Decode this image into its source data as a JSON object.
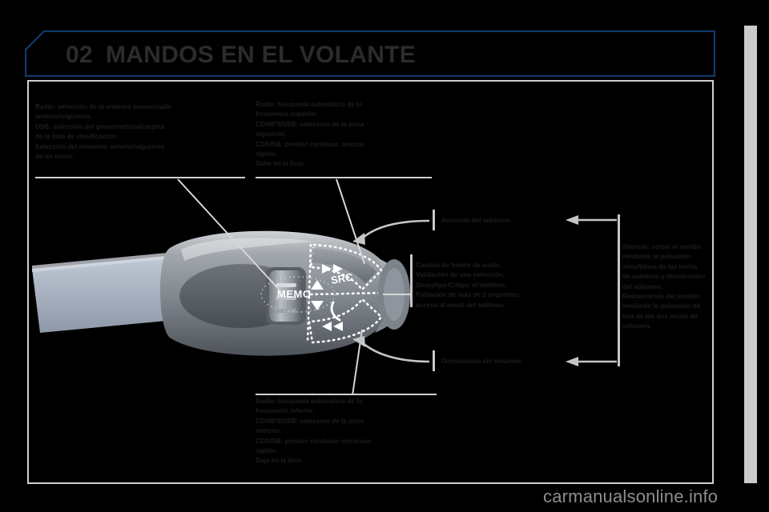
{
  "header": {
    "number": "02",
    "title": "MANDOS EN EL VOLANTE",
    "accent_color": "#123a6d",
    "title_color": "#2b2b2b"
  },
  "frame": {
    "border_color": "#cfd0d1",
    "background": "#000000"
  },
  "annotations": {
    "top_left": {
      "name": "top-left-note",
      "lines": [
        "Radio: selección de la emisora memorizada",
        "anterior/siguiente.",
        "USB: selección del género/artista/carpeta",
        "de la lista de clasificación.",
        "Selección del elemento anterior/siguiente",
        "de un menú."
      ]
    },
    "top_middle": {
      "name": "top-middle-note",
      "lines": [
        "Radio: búsqueda automática de la",
        "frecuencia superior.",
        "CD/MP3/USB: selección de la pista",
        "siguiente.",
        "CD/USB: presión continua: avance",
        "rápido.",
        "Sube en la lista."
      ]
    },
    "bottom_middle": {
      "name": "bottom-middle-note",
      "lines": [
        "Radio: búsqueda automática de la",
        "frecuencia inferior.",
        "CD/MP3/USB: selección de la pista",
        "anterior.",
        "CD/USB: presión continua: retroceso",
        "rápido.",
        "Baja en la lista."
      ]
    },
    "center": {
      "name": "center-note",
      "lines": [
        "Cambio de fuente de audio.",
        "Validación de una selección.",
        "Descolgar/Colgar el teléfono.",
        "Pulsación de más de 2 segundos:",
        "acceso al menú del teléfono."
      ]
    },
    "right": {
      "name": "right-note",
      "lines": [
        "Silencio: cortar el sonido",
        "mediante la pulsación",
        "simultánea de las teclas",
        "de aumento y disminución",
        "del volumen.",
        "Restauración del sonido:",
        "mediante la pulsación de",
        "una de las dos teclas de",
        "volumen."
      ]
    },
    "volume_up_label": "Aumento del volumen.",
    "volume_down_label": "Disminución del volumen."
  },
  "illustration": {
    "name": "steering-wheel-stalk-control",
    "buttons": {
      "memo": "MEMO",
      "source": "SRC",
      "next_track": "▶▶",
      "prev_track": "◀◀",
      "up_arrow": "▲",
      "down_arrow": "▼",
      "phone": "phone-icon",
      "volume_roller": "volume-roller"
    },
    "colors": {
      "stalk_body": "#8c9096",
      "stalk_dark": "#4b4f55",
      "wheel_rim": "#aab4c2",
      "highlight": "#ffffff"
    }
  },
  "watermark": {
    "text": "carmanualsonline.info",
    "color": "#8d8d8d"
  }
}
